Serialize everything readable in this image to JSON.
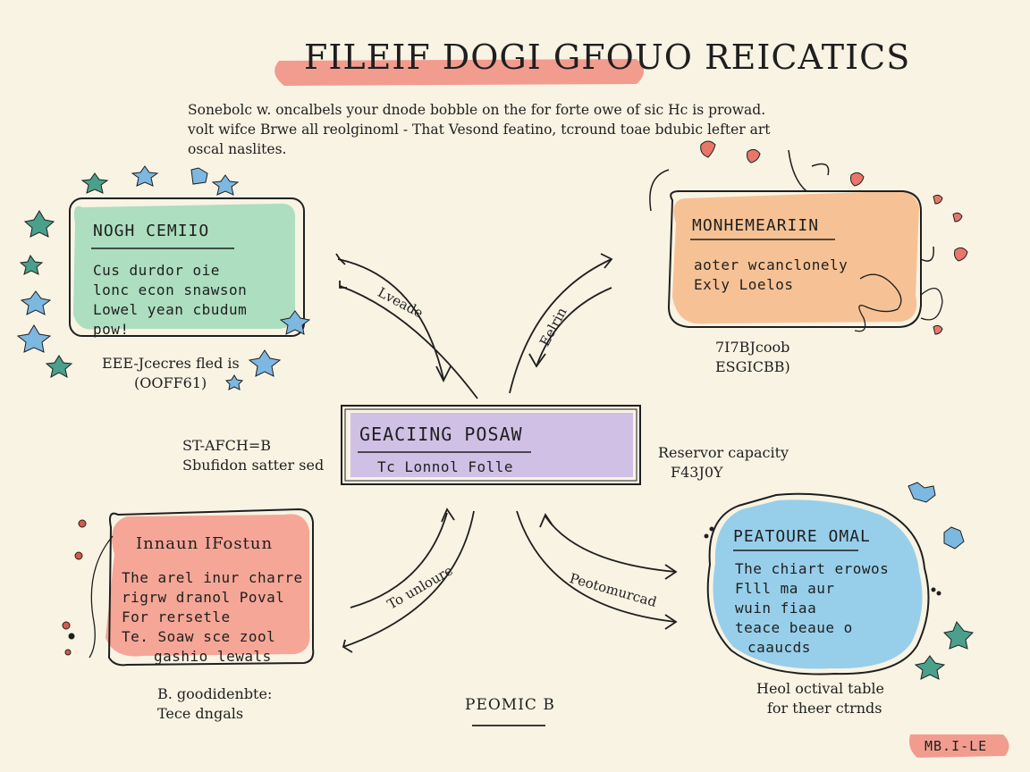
{
  "title": "FILEIF DOGI GFOUO REICATICS",
  "intro": [
    "Sonebolc w. oncalbels your dnode bobble on the for forte owe of sic Hc is prowad.",
    "volt wifce Brwe all reolginoml - That Vesond featino, tcround toae bdubic lefter art",
    "oscal naslites."
  ],
  "nodes": {
    "top_left": {
      "title": "NOGH CEMIIO",
      "body": [
        "Cus durdor oie",
        "lonc econ snawson",
        "Lowel  yean cbudum",
        "pow!"
      ],
      "caption": [
        "EEE-Jcecres fled is",
        "(OOFF61)"
      ],
      "color": "#9fd9b8"
    },
    "top_right": {
      "title": "MONHEMEARIIN",
      "body": [
        "aoter wcanclonely",
        "Exly  Loelos"
      ],
      "caption": [
        "7I7BJcoob",
        "ESGICBB)"
      ],
      "color": "#f6b887"
    },
    "center": {
      "title": "GEACIING POSAW",
      "body": [
        "Tc  Lonnol  Folle"
      ],
      "left_label": [
        "ST-AFCH=B",
        "Sbufidon satter sed"
      ],
      "right_label": [
        "Reservor capacity",
        "F43J0Y"
      ],
      "color": "#c9b6e6"
    },
    "bottom_left": {
      "title": "Innaun IFostun",
      "body": [
        "The arel inur charre",
        "rigrw dranol Poval",
        "For rersetle",
        "Te. Soaw  sce zool",
        "gashio lewals"
      ],
      "caption": [
        "B. goodidenbte:",
        "Tece dngals"
      ],
      "color": "#f4988a"
    },
    "bottom_right": {
      "title": "PEATOURE OMAL",
      "body": [
        "The chiart erowos",
        "Flll ma aur",
        "wuin  fiaa",
        "teace  beaue o",
        "caaucds"
      ],
      "caption": [
        "Heol octival table",
        "for theer ctrnds"
      ],
      "color": "#8ccbeb"
    }
  },
  "edges": {
    "top_left_label": "Lveade",
    "top_right_label": "Eelrin",
    "bottom_left_label": "To unloure",
    "bottom_right_label": "Peotomurcad"
  },
  "footer": {
    "center": "PEOMIC B",
    "signature": "MB.I-LE"
  },
  "colors": {
    "title_highlight": "#f08c80",
    "ink": "#1f1f1f",
    "star_blue": "#7db8e0",
    "star_teal": "#4aa08a",
    "scribble_red": "#d65a4e"
  }
}
